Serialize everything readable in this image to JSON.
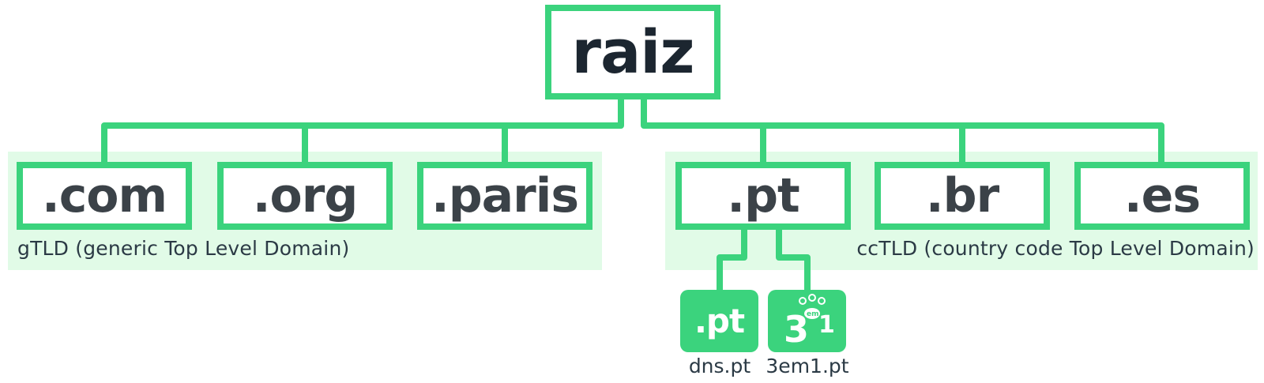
{
  "root": {
    "label": "raiz"
  },
  "groups": {
    "gtld": {
      "caption": "gTLD (generic Top Level Domain)",
      "nodes": [
        ".com",
        ".org",
        ".paris"
      ]
    },
    "cctld": {
      "caption": "ccTLD (country code Top Level Domain)",
      "nodes": [
        ".pt",
        ".br",
        ".es"
      ]
    }
  },
  "registries": [
    {
      "logo_text": ".pt",
      "caption": "dns.pt",
      "logo_icon": "dns-pt-logo-icon"
    },
    {
      "logo_text": "3em1",
      "caption": "3em1.pt",
      "logo_icon": "3em1-logo-icon"
    }
  ],
  "colors": {
    "accent": "#3bd37d",
    "band": "#e1fbe7",
    "text_dark": "#1c2630",
    "text_node": "#3b4248"
  }
}
